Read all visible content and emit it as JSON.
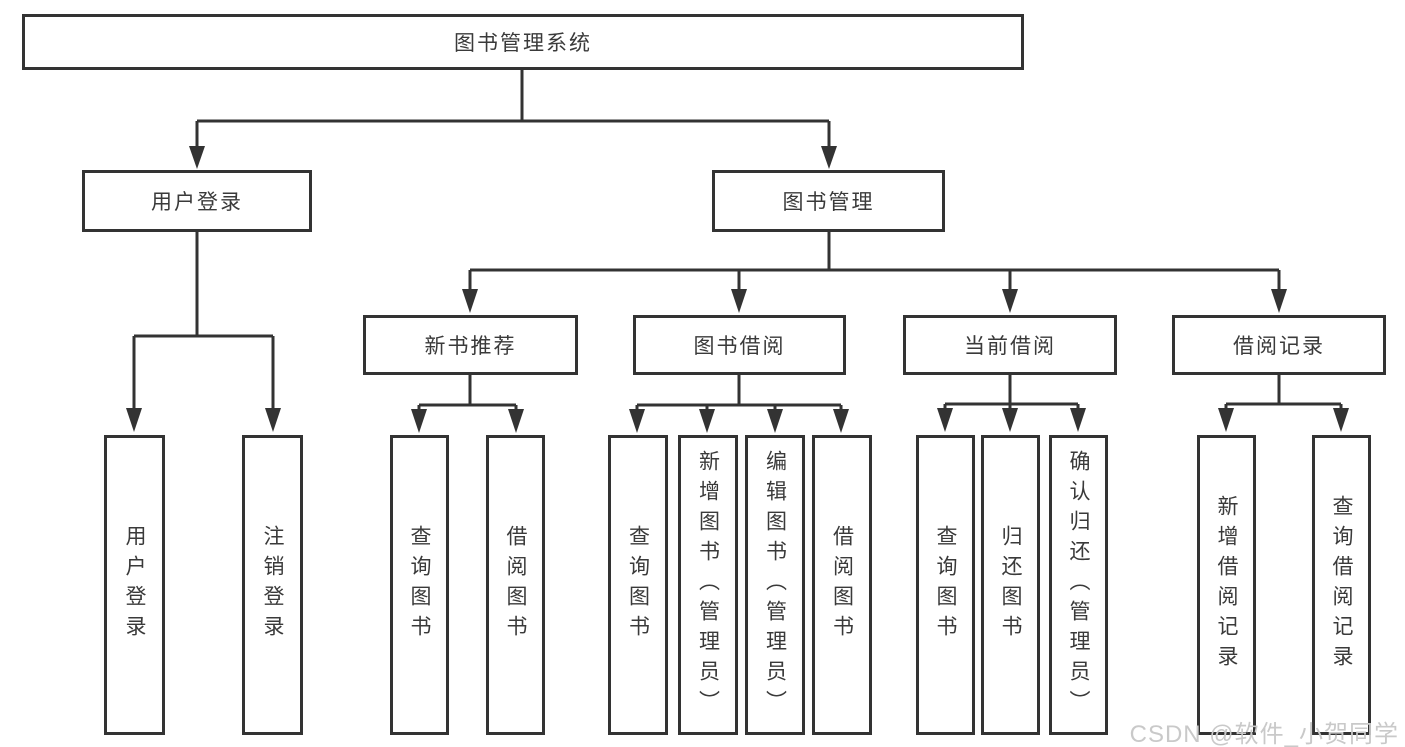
{
  "diagram": {
    "title": "图书管理系统",
    "level2": {
      "user_login": "用户登录",
      "book_mgmt": "图书管理"
    },
    "level3": {
      "new_books": "新书推荐",
      "book_borrow": "图书借阅",
      "current_borrow": "当前借阅",
      "borrow_records": "借阅记录"
    },
    "leaves": {
      "user_login_1": "用户登录",
      "user_login_2": "注销登录",
      "new_books_1": "查询图书",
      "new_books_2": "借阅图书",
      "book_borrow_1": "查询图书",
      "book_borrow_2": "新增图书（管理员）",
      "book_borrow_3": "编辑图书（管理员）",
      "book_borrow_4": "借阅图书",
      "current_borrow_1": "查询图书",
      "current_borrow_2": "归还图书",
      "current_borrow_3": "确认归还（管理员）",
      "borrow_records_1": "新增借阅记录",
      "borrow_records_2": "查询借阅记录"
    },
    "colors": {
      "line": "#333333",
      "text": "#3a3a3a",
      "background": "#ffffff",
      "watermark": "#c9c9c9"
    },
    "watermark": "CSDN @软件_小贺同学"
  }
}
